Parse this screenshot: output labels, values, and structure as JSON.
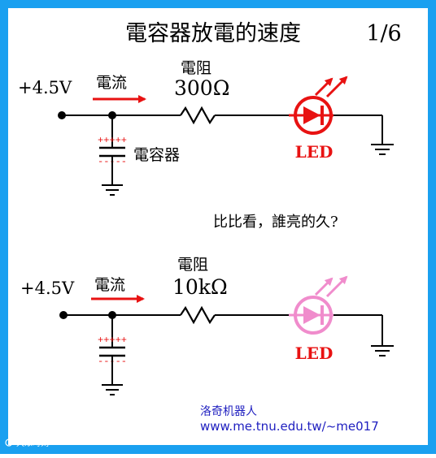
{
  "title": "電容器放電的速度",
  "page_number": "1/6",
  "question": "比比看，誰亮的久?",
  "credit": {
    "name": "洛奇机器人",
    "url": "www.me.tnu.edu.tw/~me017"
  },
  "watermark": "大眾時刻",
  "colors": {
    "border": "#1aa0f0",
    "wire": "#000000",
    "arrow": "#e81212",
    "led_bright": "#e81212",
    "led_dim": "#f08ccc",
    "charge": "#e81212",
    "credit": "#2020c0"
  },
  "circuit_top": {
    "voltage": "+4.5V",
    "current_label": "電流",
    "resistor_label": "電阻",
    "resistor_value": "300Ω",
    "capacitor_label": "電容器",
    "charge_plus": "+++++",
    "charge_minus": "-----",
    "led_label": "LED",
    "led_state": "bright"
  },
  "circuit_bottom": {
    "voltage": "+4.5V",
    "current_label": "電流",
    "resistor_label": "電阻",
    "resistor_value": "10kΩ",
    "charge_plus": "+++++",
    "charge_minus": "-----",
    "led_label": "LED",
    "led_state": "dim"
  }
}
